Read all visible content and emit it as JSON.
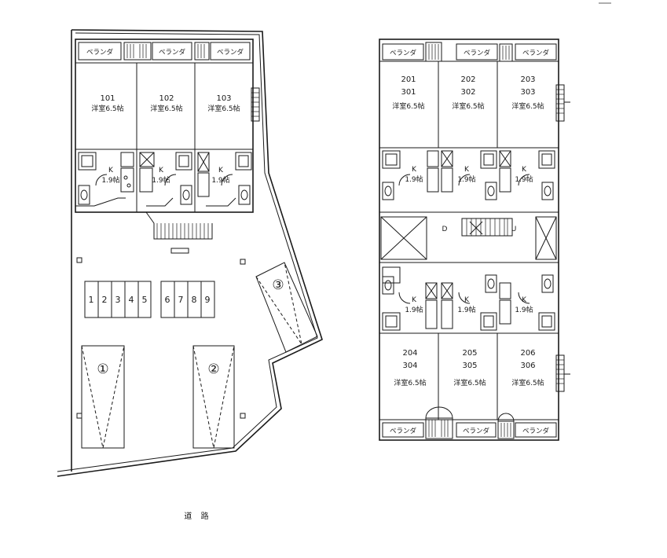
{
  "site_plan": {
    "units": [
      {
        "number": "101",
        "room": "洋室6.5帖"
      },
      {
        "number": "102",
        "room": "洋室6.5帖"
      },
      {
        "number": "103",
        "room": "洋室6.5帖"
      }
    ],
    "kitchen_label": "K",
    "kitchen_size": "1.9帖",
    "veranda": "ベランダ",
    "bicycle_slots": [
      "1",
      "2",
      "3",
      "4",
      "5",
      "6",
      "7",
      "8",
      "9"
    ],
    "car_spaces": [
      "①",
      "②",
      "③"
    ],
    "road_label": "道 路"
  },
  "upper_floors": {
    "top_units": [
      {
        "numbers": [
          "201",
          "301"
        ],
        "room": "洋室6.5帖"
      },
      {
        "numbers": [
          "202",
          "302"
        ],
        "room": "洋室6.5帖"
      },
      {
        "numbers": [
          "203",
          "303"
        ],
        "room": "洋室6.5帖"
      }
    ],
    "bottom_units": [
      {
        "numbers": [
          "204",
          "304"
        ],
        "room": "洋室6.5帖"
      },
      {
        "numbers": [
          "205",
          "305"
        ],
        "room": "洋室6.5帖"
      },
      {
        "numbers": [
          "206",
          "306"
        ],
        "room": "洋室6.5帖"
      }
    ],
    "kitchen_label": "K",
    "kitchen_size": "1.9帖",
    "veranda": "ベランダ",
    "stair_marks": [
      "D",
      "U"
    ]
  }
}
